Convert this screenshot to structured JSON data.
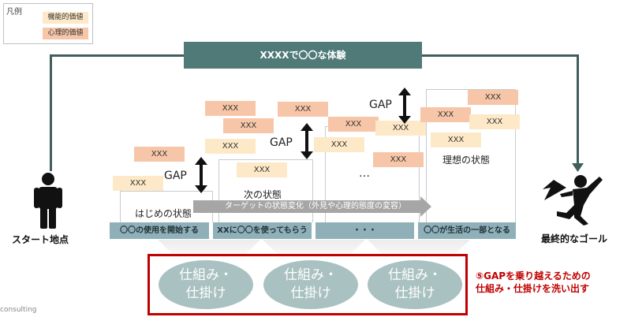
{
  "legend": {
    "title": "凡例",
    "functional": "機能的価値",
    "psychological": "心理的価値"
  },
  "banner": "XXXXで〇〇な体験",
  "start_label": "スタート地点",
  "goal_label": "最終的なゴール",
  "tag_text": "XXX",
  "gap_label": "GAP",
  "stages": {
    "initial": "はじめの状態",
    "next": "次の状態",
    "ellipsis": "…",
    "ideal": "理想の状態"
  },
  "transition_label": "ターゲットの状態変化（外見や心理的態度の変容）",
  "steps": [
    "〇〇の使用を開始する",
    "XXに〇〇を使ってもらう",
    "・・・",
    "〇〇が生活の一部となる"
  ],
  "mechanism_label": "仕組み・\n仕掛け",
  "cta": {
    "line1": "⑤GAPを乗り越えるための",
    "line2": "仕組み・仕掛けを洗い出す"
  },
  "footer": "consulting",
  "colors": {
    "functional": "#fde9c8",
    "psychological": "#f7c6a8",
    "banner": "#4f7a78",
    "step": "#8fb0b9",
    "oval": "#a9c1c0",
    "highlight": "#c00000"
  }
}
